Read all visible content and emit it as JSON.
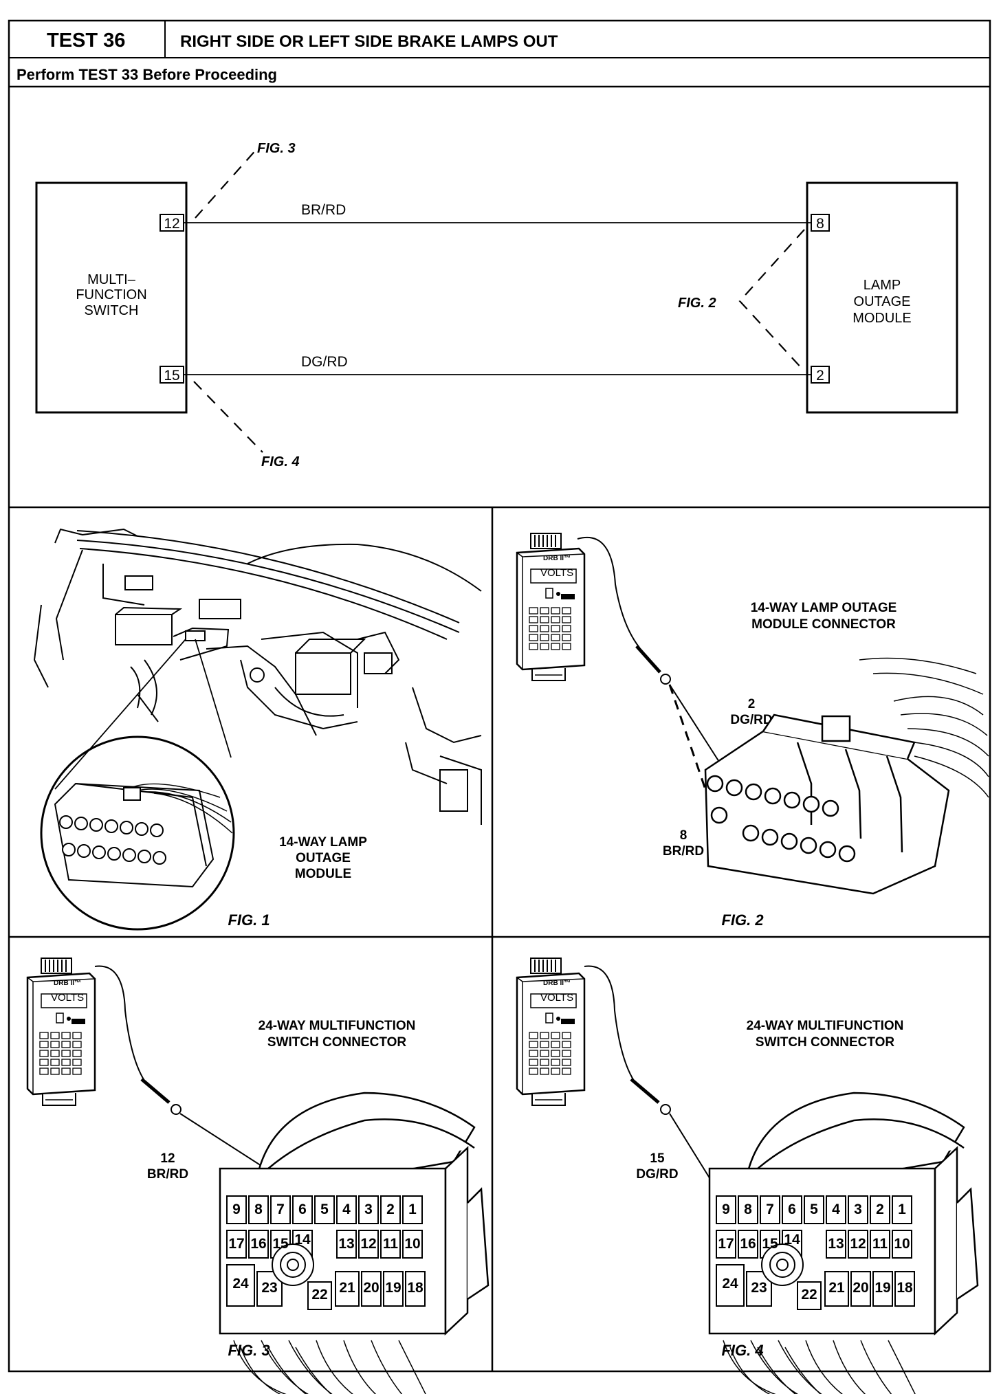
{
  "header": {
    "test_number": "TEST 36",
    "title": "RIGHT SIDE OR LEFT SIDE BRAKE LAMPS OUT",
    "subtitle": "Perform TEST 33 Before Proceeding"
  },
  "schematic": {
    "switch_label": [
      "MULTI–",
      "FUNCTION",
      "SWITCH"
    ],
    "module_label": [
      "LAMP",
      "OUTAGE",
      "MODULE"
    ],
    "wires": [
      {
        "name": "BR/RD",
        "switch_pin": "12",
        "module_pin": "8"
      },
      {
        "name": "DG/RD",
        "switch_pin": "15",
        "module_pin": "2"
      }
    ],
    "fig_refs": {
      "top": "FIG. 3",
      "module": "FIG. 2",
      "bottom": "FIG. 4"
    }
  },
  "fig1": {
    "caption": "FIG. 1",
    "label": [
      "14-WAY LAMP",
      "OUTAGE",
      "MODULE"
    ]
  },
  "fig2": {
    "caption": "FIG. 2",
    "title": [
      "14-WAY LAMP OUTAGE",
      "MODULE CONNECTOR"
    ],
    "pin_a": [
      "2",
      "DG/RD"
    ],
    "pin_b": [
      "8",
      "BR/RD"
    ],
    "meter_brand": "DRB II™",
    "meter_display": "VOLTS"
  },
  "fig3": {
    "caption": "FIG. 3",
    "title": [
      "24-WAY MULTIFUNCTION",
      "SWITCH CONNECTOR"
    ],
    "pin": [
      "12",
      "BR/RD"
    ],
    "meter_brand": "DRB II™",
    "meter_display": "VOLTS"
  },
  "fig4": {
    "caption": "FIG. 4",
    "title": [
      "24-WAY MULTIFUNCTION",
      "SWITCH CONNECTOR"
    ],
    "pin": [
      "15",
      "DG/RD"
    ],
    "meter_brand": "DRB II™",
    "meter_display": "VOLTS"
  },
  "connector24_pins": {
    "row1": [
      "9",
      "8",
      "7",
      "6",
      "5",
      "4",
      "3",
      "2",
      "1"
    ],
    "row2": [
      "17",
      "16",
      "15",
      "14",
      "13",
      "12",
      "11",
      "10"
    ],
    "row3": [
      "24",
      "23",
      "22",
      "21",
      "20",
      "19",
      "18"
    ]
  }
}
